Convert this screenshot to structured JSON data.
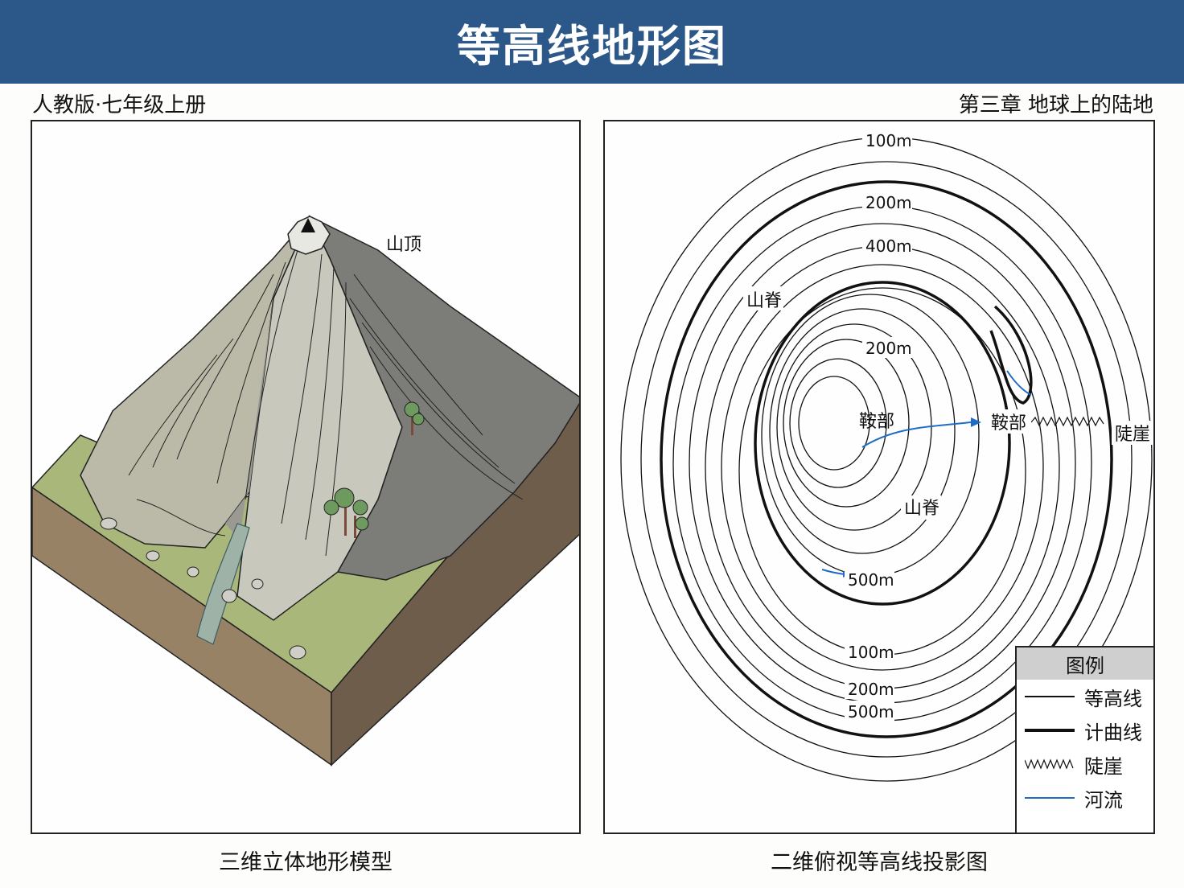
{
  "header": {
    "title": "等高线地形图",
    "bg_color": "#2b5789"
  },
  "subheader": {
    "left": "人教版·七年级上册",
    "right": "第三章  地球上的陆地"
  },
  "left_panel": {
    "caption": "三维立体地形模型",
    "labels": {
      "summit": "山顶"
    }
  },
  "right_panel": {
    "caption": "二维俯视等高线投影图",
    "labels": {
      "top_100": "100m",
      "top_200": "200m",
      "top_400": "400m",
      "inner_200": "200m",
      "ridge_upper": "山脊",
      "ridge_lower": "山脊",
      "saddle_left": "鞍部",
      "saddle_right": "鞍部",
      "cliff": "陡崖",
      "bottom_500a": "500m",
      "bottom_100": "100m",
      "bottom_200": "200m",
      "bottom_500b": "500m"
    },
    "legend": {
      "title": "图例",
      "items": [
        {
          "symbol": "thin-line",
          "label": "等高线"
        },
        {
          "symbol": "thick-line",
          "label": "计曲线"
        },
        {
          "symbol": "zigzag",
          "label": "陡崖"
        },
        {
          "symbol": "blue-line",
          "label": "河流"
        }
      ]
    },
    "colors": {
      "river": "#1f6dc2",
      "contour": "#111111"
    }
  }
}
